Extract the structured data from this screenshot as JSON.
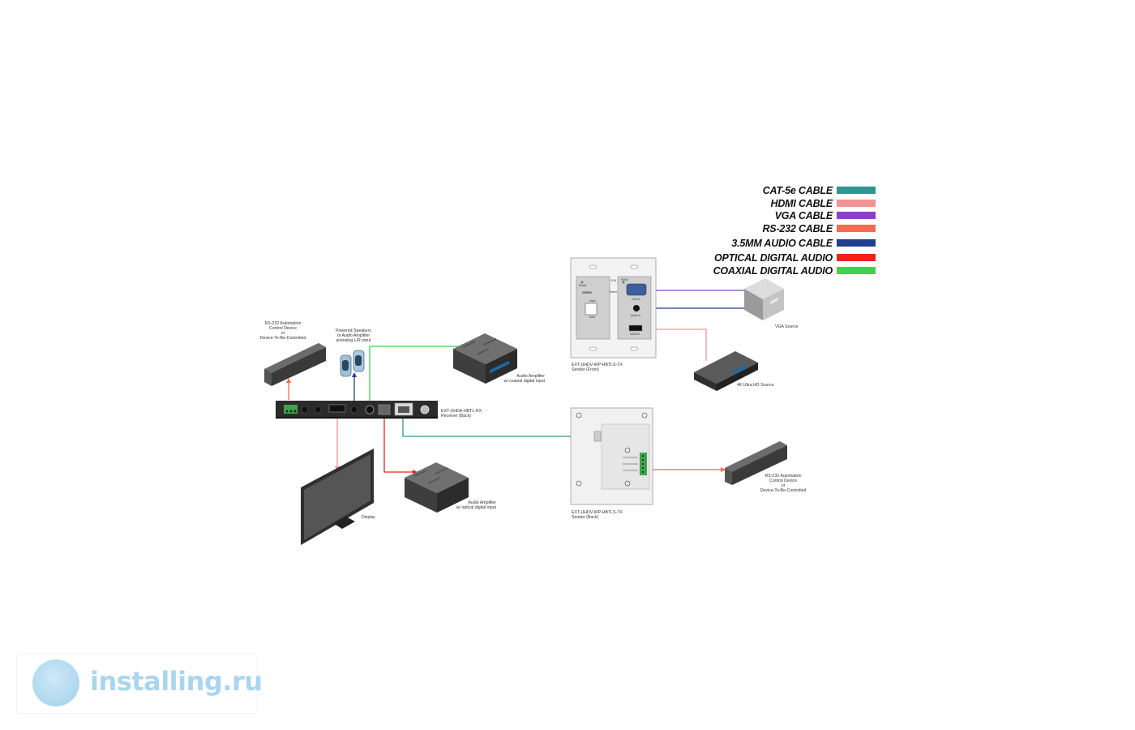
{
  "legend": [
    {
      "label": "CAT-5e CABLE",
      "color": "#2f9690"
    },
    {
      "label": "HDMI CABLE",
      "color": "#f39393"
    },
    {
      "label": "VGA CABLE",
      "color": "#8e3fc7"
    },
    {
      "label": "RS-232 CABLE",
      "color": "#f26b4e"
    },
    {
      "label": "3.5MM AUDIO CABLE",
      "color": "#223f8f"
    },
    {
      "label": "OPTICAL DIGITAL AUDIO",
      "color": "#f0211c"
    },
    {
      "label": "COAXIAL DIGITAL AUDIO",
      "color": "#3fd24f"
    }
  ],
  "labels": {
    "rs232_left": [
      "RS-232 Automation",
      "Control Device",
      "or",
      "Device-To-Be-Controlled"
    ],
    "speakers": [
      "Powered Speakers",
      "or Audio Amplifier",
      "w/analog L/R input"
    ],
    "amp_coax": [
      "Audio Amplifier",
      "w/ coaxial digital input"
    ],
    "receiver": [
      "EXT-UHDA-HBTL-RX",
      "Receiver (Back)"
    ],
    "display": "Display",
    "amp_optical": [
      "Audio Amplifier",
      "w/ optical digital input"
    ],
    "sender_front": [
      "EXT-UHDV-WP-HBTLS-TX",
      "Sender (Front)"
    ],
    "vga_source": "VGA Source",
    "uhd_source": "4K Ultra HD Source",
    "sender_back": [
      "EXT-UHDV-WP-HBTLS-TX",
      "Sender (Back)"
    ],
    "rs232_right": [
      "RS-232 Automation",
      "Control Device",
      "or",
      "Device-To-Be-Controlled"
    ]
  },
  "plate": {
    "brand": "GEFEN",
    "power": "Power",
    "input": "Input",
    "auto": "Auto",
    "vga_in": "VGA In",
    "audio_in": "Audio In",
    "hdmi_in": "HDMI In",
    "hdmi": "HDMI",
    "vga": "VGA",
    "reset": "Reset"
  },
  "watermark": "installing.ru"
}
